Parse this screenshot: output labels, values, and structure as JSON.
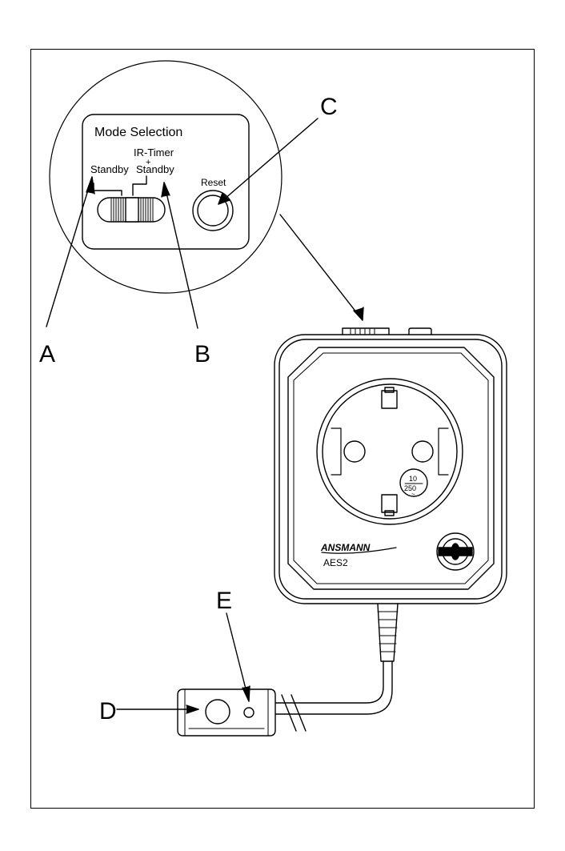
{
  "panel": {
    "title": "Mode Selection",
    "standby": "Standby",
    "ir_timer": "IR-Timer",
    "plus": "+",
    "ir_standby": "Standby",
    "reset": "Reset"
  },
  "callouts": {
    "a": "A",
    "b": "B",
    "c": "C",
    "d": "D",
    "e": "E"
  },
  "device": {
    "brand": "ANSMANN",
    "model": "AES2",
    "rating_top": "10",
    "rating_bottom": "250",
    "rating_tilde": "~"
  }
}
